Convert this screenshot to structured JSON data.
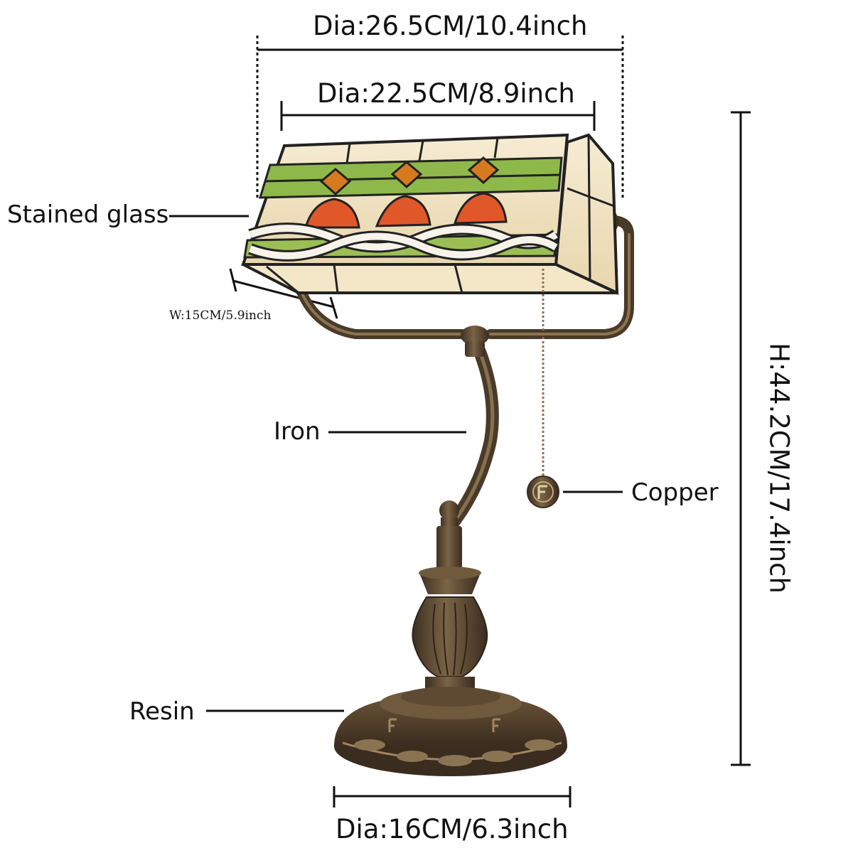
{
  "dimensions": {
    "outer_diameter": "Dia:26.5CM/10.4inch",
    "inner_diameter": "Dia:22.5CM/8.9inch",
    "shade_width": "W:15CM/5.9inch",
    "height": "H:44.2CM/17.4inch",
    "base_diameter": "Dia:16CM/6.3inch"
  },
  "materials": {
    "shade": "Stained glass",
    "arm": "Iron",
    "pull_chain": "Copper",
    "base": "Resin"
  },
  "colors": {
    "glass_cream": "#efe3c8",
    "glass_green": "#8fb84a",
    "glass_orange": "#e0582a",
    "glass_amber": "#d57a1f",
    "bronze": "#5e4a33",
    "line": "#111111"
  }
}
